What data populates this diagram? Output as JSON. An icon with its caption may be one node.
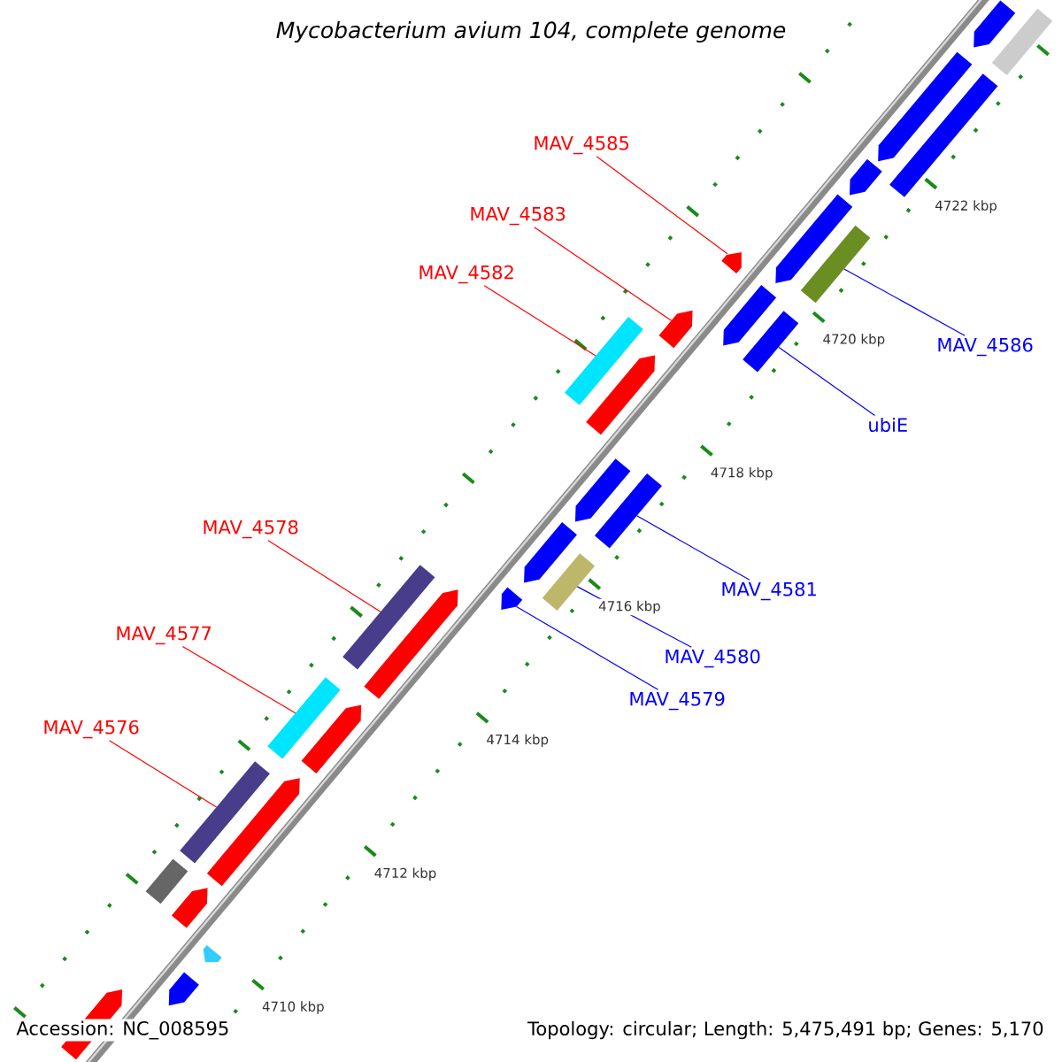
{
  "diagram": {
    "title": "Mycobacterium avium 104, complete genome",
    "nodes": [
      {
        "text": [
          "MAV_4585"
        ]
      },
      {
        "text": [
          "MAV_4583"
        ]
      },
      {
        "text": [
          "MAV_4582"
        ]
      },
      {
        "text": [
          "MAV_4586"
        ]
      },
      {
        "text": [
          "ubiE"
        ]
      },
      {
        "text": [
          "MAV_4581"
        ]
      },
      {
        "text": [
          "MAV_4580"
        ]
      },
      {
        "text": [
          "MAV_4579"
        ]
      },
      {
        "text": [
          "MAV_4578"
        ]
      },
      {
        "text": [
          "MAV_4577"
        ]
      },
      {
        "text": [
          "MAV_4576"
        ]
      },
      {
        "text": [],
        "shape": "arrow"
      },
      {
        "text": [],
        "shape": "bar"
      },
      {
        "text": [],
        "shape": "arrow"
      },
      {
        "text": [],
        "shape": "bar"
      },
      {
        "text": [],
        "shape": "arrow"
      },
      {
        "text": [],
        "shape": "arrow"
      },
      {
        "text": [],
        "shape": "arrow"
      },
      {
        "text": [],
        "shape": "bar"
      },
      {
        "text": [],
        "shape": "arrow"
      },
      {
        "text": [],
        "shape": "arrow"
      },
      {
        "text": [],
        "shape": "bar"
      },
      {
        "text": [],
        "shape": "bar"
      },
      {
        "text": [],
        "shape": "arrow"
      },
      {
        "text": [],
        "shape": "arrow"
      },
      {
        "text": [],
        "shape": "bar"
      },
      {
        "text": [],
        "shape": "arrow"
      },
      {
        "text": [],
        "shape": "bar"
      },
      {
        "text": [],
        "shape": "arrow"
      },
      {
        "text": [],
        "shape": "bar"
      },
      {
        "text": [],
        "shape": "arrow"
      },
      {
        "text": [],
        "shape": "bar"
      },
      {
        "text": [],
        "shape": "arrow"
      },
      {
        "text": [],
        "shape": "bar"
      },
      {
        "text": [],
        "shape": "arrow"
      },
      {
        "text": [],
        "shape": "bar"
      },
      {
        "text": [],
        "shape": "arrow"
      },
      {
        "text": [],
        "shape": "arrow"
      },
      {
        "text": [],
        "shape": "arrow"
      },
      {
        "text": [],
        "shape": "arrow"
      }
    ],
    "edges": [
      {
        "from": 0,
        "to": 17,
        "arrow": "none"
      },
      {
        "from": 1,
        "to": 20,
        "arrow": "none"
      },
      {
        "from": 2,
        "to": 22,
        "arrow": "none"
      },
      {
        "from": 3,
        "to": 18,
        "arrow": "none",
        "color": "#0000ff"
      },
      {
        "from": 4,
        "to": 21,
        "arrow": "none",
        "color": "#0000ff"
      },
      {
        "from": 5,
        "to": 25,
        "arrow": "none",
        "color": "#0000ff"
      },
      {
        "from": 6,
        "to": 27,
        "arrow": "none",
        "color": "#0000ff"
      },
      {
        "from": 7,
        "to": 28,
        "arrow": "none",
        "color": "#0000ff"
      },
      {
        "from": 8,
        "to": 29,
        "arrow": "none"
      },
      {
        "from": 9,
        "to": 31,
        "arrow": "none"
      },
      {
        "from": 10,
        "to": 33,
        "arrow": "none"
      }
    ],
    "labels": [
      "4722 kbp",
      "4720 kbp",
      "4718 kbp",
      "4716 kbp",
      "4714 kbp",
      "4712 kbp",
      "4710 kbp",
      "Accession: NC_008595",
      "Topology: circular; Length: 5,475,491 bp; Genes: 5,170"
    ]
  }
}
